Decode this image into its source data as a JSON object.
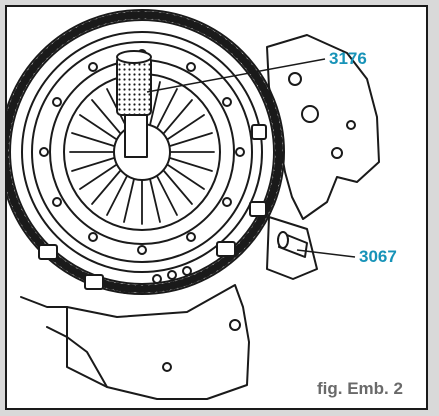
{
  "figure": {
    "caption": "fig. Emb. 2",
    "callouts": [
      {
        "id": "tool",
        "label": "3176"
      },
      {
        "id": "pin",
        "label": "3067"
      }
    ]
  },
  "colors": {
    "callout_text": "#1793b8",
    "caption_text": "#6a6a6a",
    "line_art": "#1a1a1a",
    "frame_border": "#1a1a1a",
    "outer_background": "#d9d9d9"
  }
}
